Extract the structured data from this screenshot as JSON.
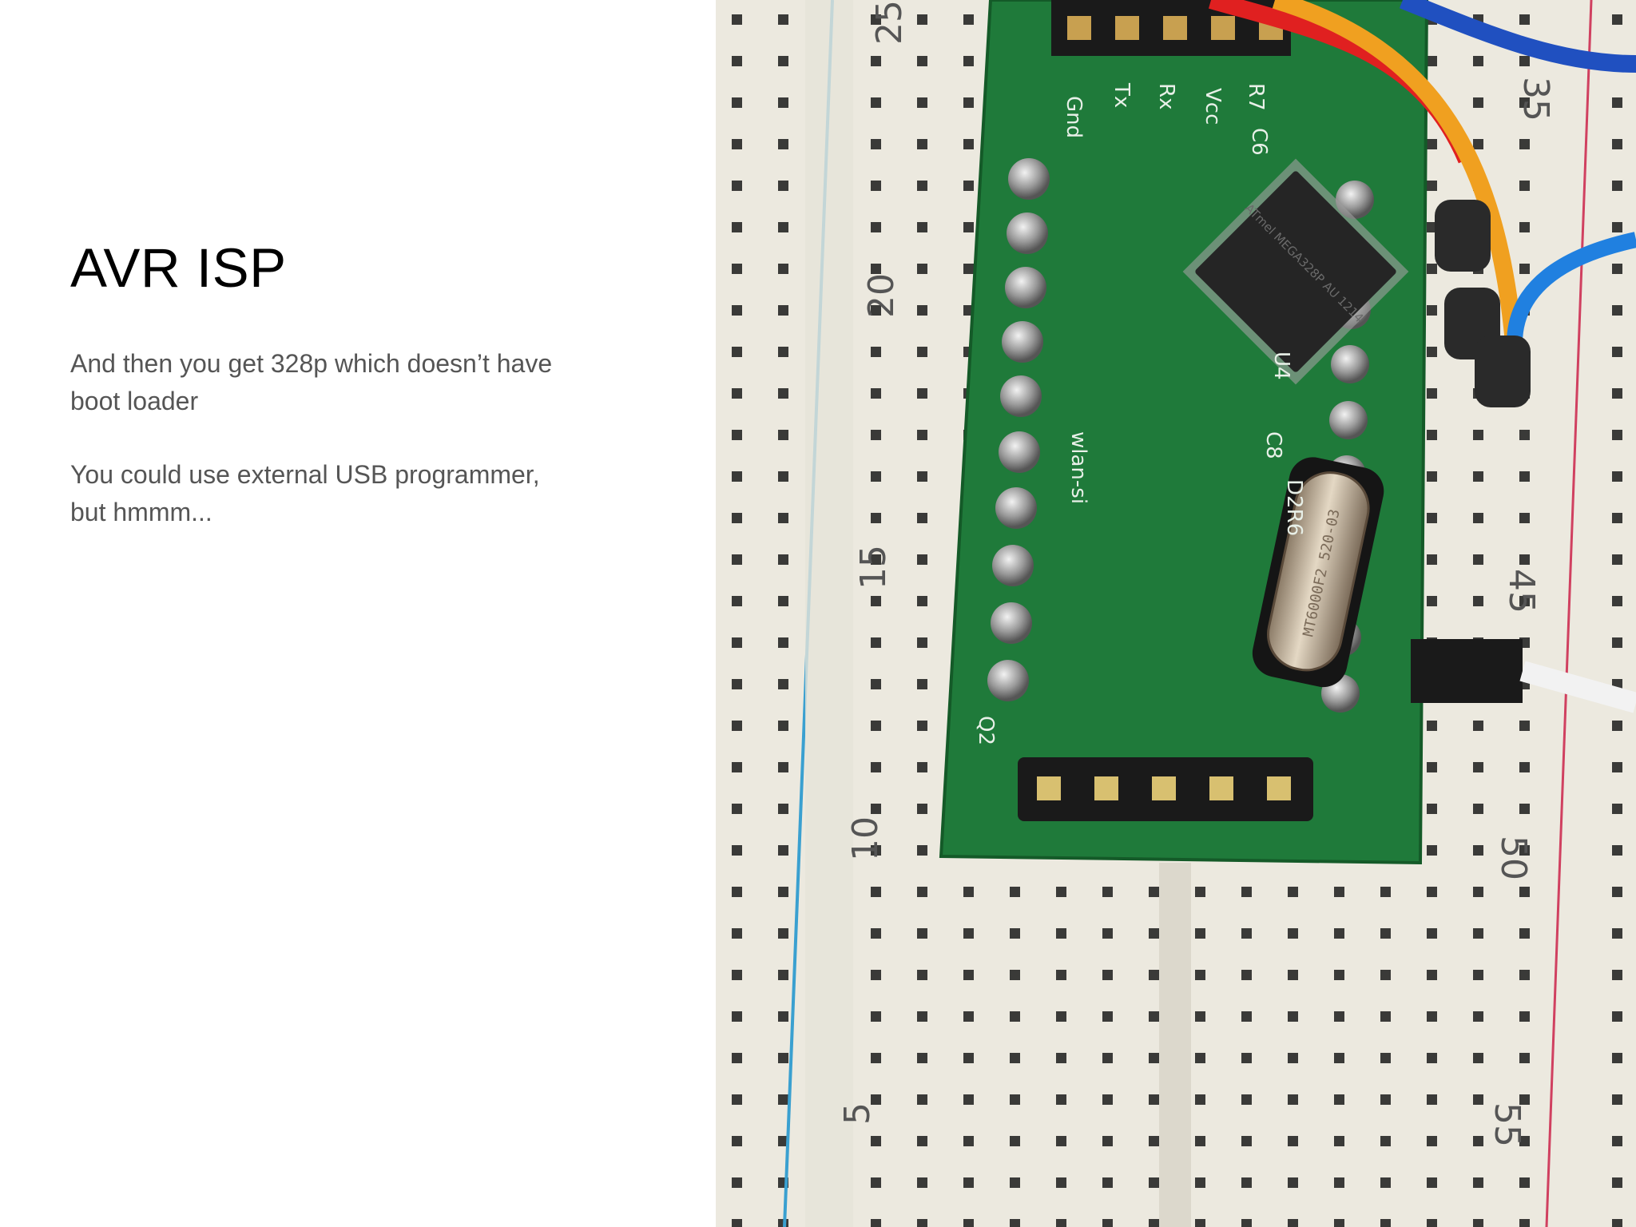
{
  "slide": {
    "title": "AVR ISP",
    "paragraphs": [
      "And then you get 328p which doesn’t have boot loader",
      "You could use external USB programmer, but hmmm..."
    ]
  },
  "photo": {
    "breadboard_row_numbers_left": [
      "25",
      "20",
      "15",
      "10",
      "5"
    ],
    "breadboard_row_numbers_right": [
      "35",
      "45",
      "50",
      "55"
    ],
    "pcb_silkscreen": [
      "Gnd",
      "Tx",
      "Rx",
      "Vcc",
      "R7",
      "C6",
      "U4",
      "C8",
      "D2R6",
      "Q2",
      "wlan-si"
    ],
    "chip_marking": "ATmel MEGA328P AU 1214",
    "crystal_marking": "MT6000F2 520-03"
  },
  "colors": {
    "background": "#ffffff",
    "title": "#000000",
    "body_text": "#555555",
    "breadboard": "#ece9df",
    "pcb_green": "#1f7a3a",
    "rail_blue": "#3aa0d0",
    "rail_red": "#d04060"
  }
}
